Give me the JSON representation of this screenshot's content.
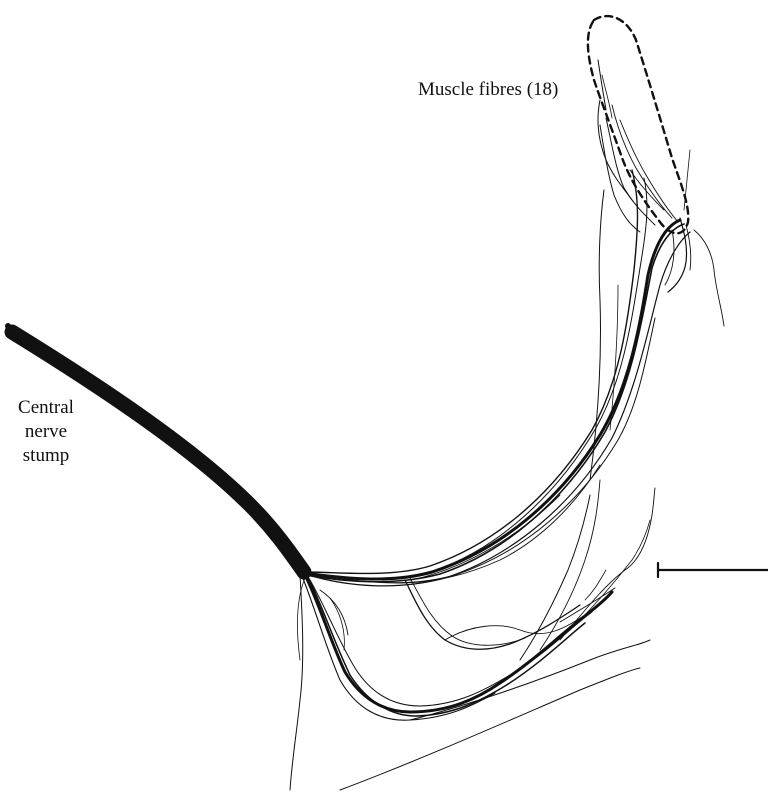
{
  "labels": {
    "muscle_fibres": "Muscle fibres (18)",
    "stump_line1": "Central",
    "stump_line2": "nerve",
    "stump_line3": "stump"
  },
  "colors": {
    "ink": "#111111",
    "background": "#ffffff"
  }
}
